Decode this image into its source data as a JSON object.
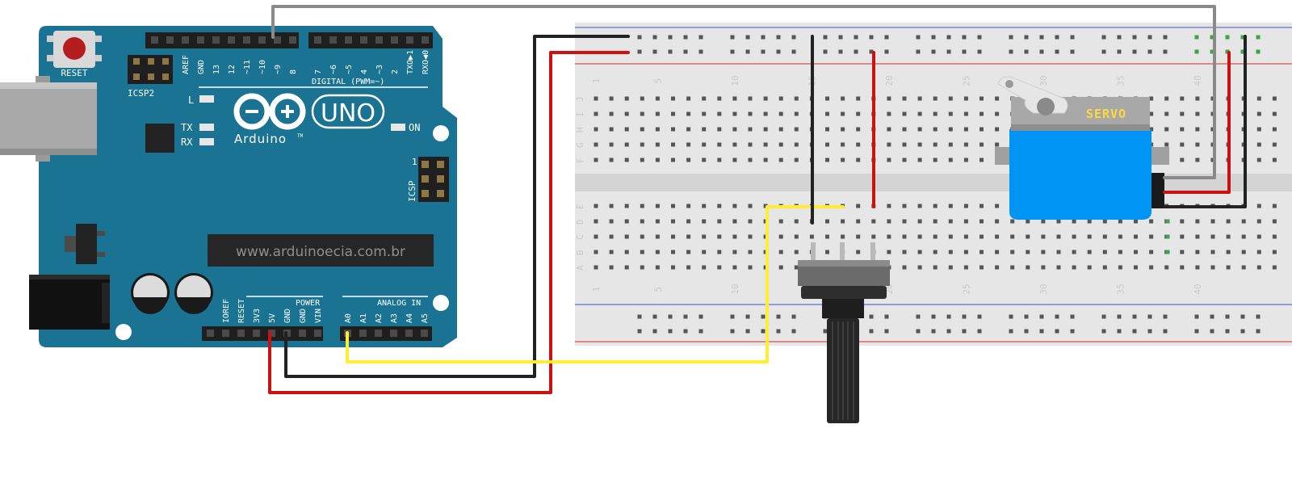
{
  "arduino": {
    "reset_label": "RESET",
    "icsp2_label": "ICSP2",
    "icsp_label": "ICSP",
    "l_label": "L",
    "tx_label": "TX",
    "rx_label": "RX",
    "on_label": "ON",
    "brand": "Arduino",
    "tm": "TM",
    "model": "UNO",
    "digital_label": "DIGITAL (PWM=~)",
    "power_label": "POWER",
    "analog_label": "ANALOG IN",
    "website": "www.arduinoecia.com.br",
    "icsp_pin1": "1",
    "top_pins": [
      "AREF",
      "GND",
      "13",
      "12",
      "~11",
      "~10",
      "~9",
      "8",
      "7",
      "~6",
      "~5",
      "4",
      "~3",
      "2",
      "TXO▶1",
      "RXO◀0"
    ],
    "power_pins": [
      "IOREF",
      "RESET",
      "3V3",
      "5V",
      "GND",
      "GND",
      "VIN"
    ],
    "analog_pins": [
      "A0",
      "A1",
      "A2",
      "A3",
      "A4",
      "A5"
    ]
  },
  "breadboard": {
    "column_numbers": [
      "1",
      "5",
      "10",
      "15",
      "20",
      "25",
      "30",
      "35",
      "40"
    ],
    "upper_rows": [
      "J",
      "I",
      "H",
      "G",
      "F"
    ],
    "lower_rows": [
      "E",
      "D",
      "C",
      "B",
      "A"
    ]
  },
  "servo": {
    "label": "SERVO"
  },
  "colors": {
    "board": "#1a7393",
    "breadboard": "#e6e6e6",
    "servo_body": "#0094f5",
    "servo_label": "#ffd83a",
    "wire_red": "#cc1111",
    "wire_black": "#222222",
    "wire_yellow": "#ffee33",
    "wire_gray": "#8a8a8a"
  }
}
